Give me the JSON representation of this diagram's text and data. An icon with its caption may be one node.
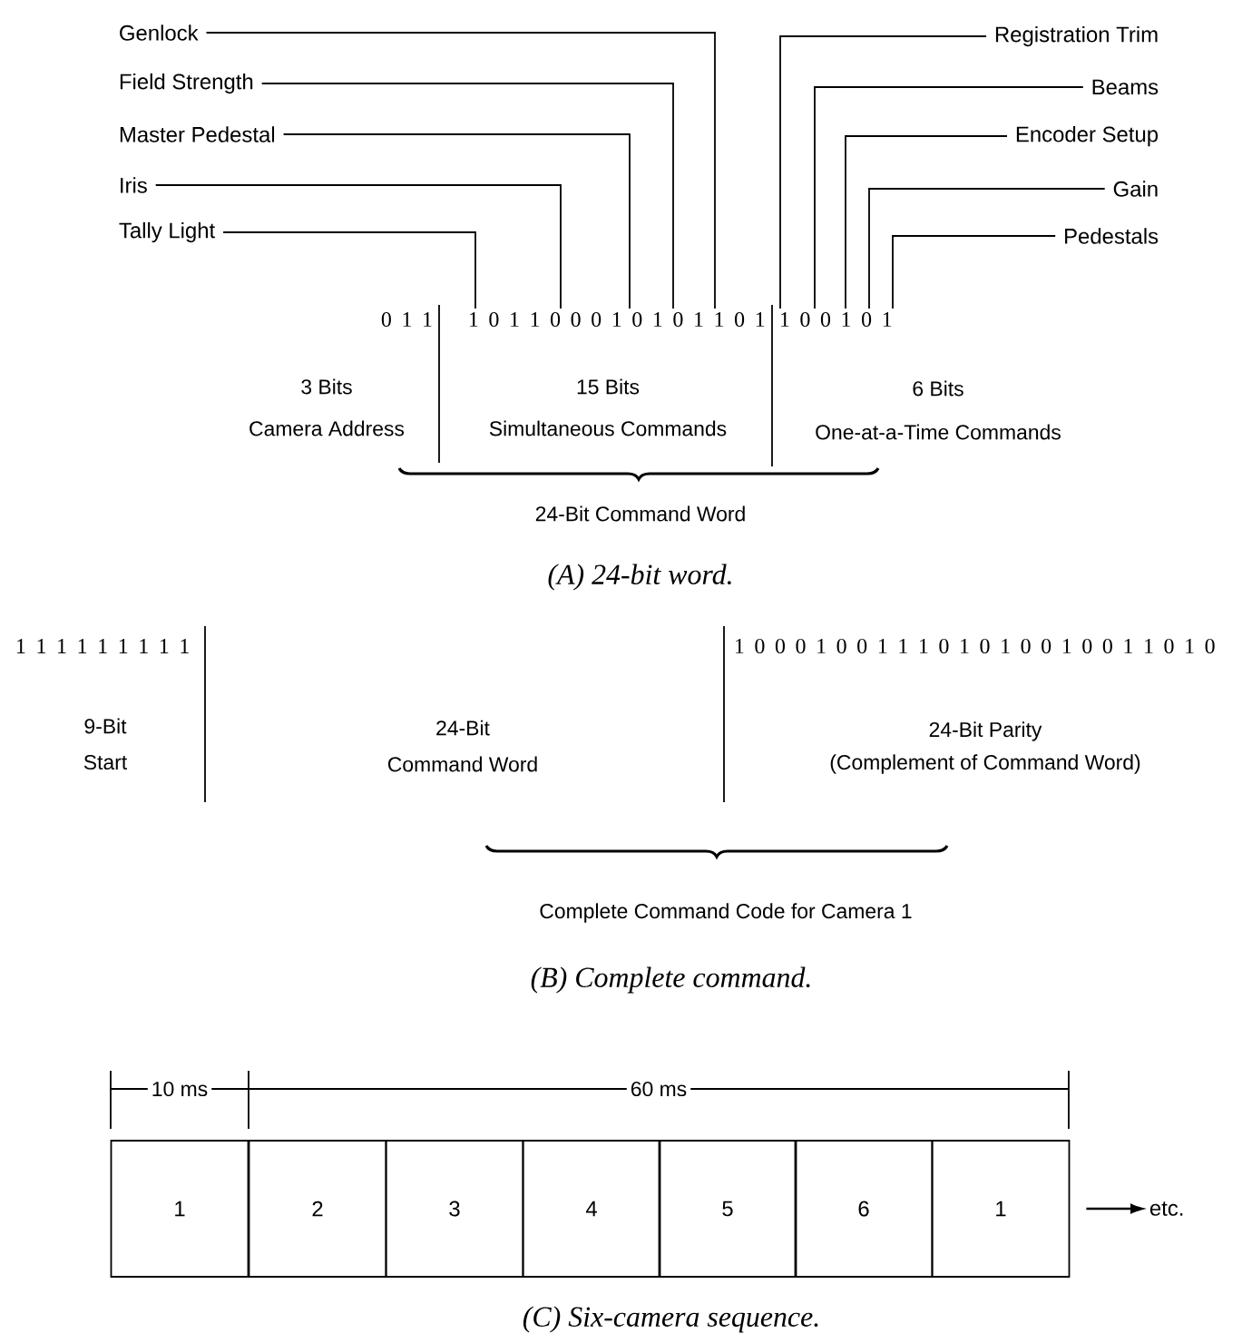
{
  "diagram": {
    "nodes": [
      {
        "text": [
          "Genlock"
        ]
      },
      {
        "text": [
          "Registration Trim"
        ]
      },
      {
        "text": [
          "Field Strength"
        ]
      },
      {
        "text": [
          "Beams"
        ]
      },
      {
        "text": [
          "Master Pedestal"
        ]
      },
      {
        "text": [
          "Encoder Setup"
        ]
      },
      {
        "text": [
          "Iris"
        ]
      },
      {
        "text": [
          "Gain"
        ]
      },
      {
        "text": [
          "Tally Light"
        ]
      },
      {
        "text": [
          "Pedestals"
        ]
      },
      {
        "text": [
          "0 1 1"
        ]
      },
      {
        "text": [
          "1 0 1 1 0 0 0 1 0 1 0 1 1 0 1"
        ]
      },
      {
        "text": [
          "1 0 0 1 0 1"
        ]
      },
      {
        "text": [
          "1"
        ]
      },
      {
        "text": [
          "2"
        ]
      },
      {
        "text": [
          "3"
        ]
      },
      {
        "text": [
          "4"
        ]
      },
      {
        "text": [
          "5"
        ]
      },
      {
        "text": [
          "6"
        ]
      },
      {
        "text": [
          "1"
        ]
      },
      {
        "text": [
          "etc."
        ]
      }
    ],
    "edges": [
      {
        "from": 0,
        "to": 11,
        "arrow": "none"
      },
      {
        "from": 1,
        "to": 12,
        "arrow": "none"
      },
      {
        "from": 2,
        "to": 11,
        "arrow": "none"
      },
      {
        "from": 3,
        "to": 12,
        "arrow": "none"
      },
      {
        "from": 4,
        "to": 11,
        "arrow": "none"
      },
      {
        "from": 5,
        "to": 12,
        "arrow": "none"
      },
      {
        "from": 6,
        "to": 11,
        "arrow": "none"
      },
      {
        "from": 7,
        "to": 12,
        "arrow": "none"
      },
      {
        "from": 8,
        "to": 11,
        "arrow": "none"
      },
      {
        "from": 9,
        "to": 12,
        "arrow": "none"
      },
      {
        "from": 19,
        "to": 20,
        "arrow": "to"
      }
    ],
    "labels": [
      "3 Bits",
      "15 Bits",
      "6 Bits",
      "Camera Address",
      "Simultaneous Commands",
      "One-at-a-Time Commands",
      "24-Bit Command Word",
      "(A) 24-bit word.",
      "1 1 1 1 1 1 1 1 1",
      "1 0 0 0 1 0 0 1 1 1 0 1 0 1 0 0 1 0 0 1 1 0 1 0",
      "9-Bit",
      "24-Bit",
      "24-Bit Parity",
      "Start",
      "Command Word",
      "(Complement of Command Word)",
      "Complete Command Code for Camera 1",
      "(B) Complete command.",
      "10 ms",
      "60 ms",
      "(C) Six-camera sequence."
    ]
  }
}
